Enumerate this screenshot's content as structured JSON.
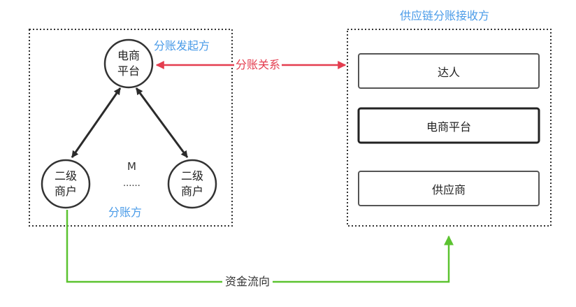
{
  "left_group": {
    "initiator_label": "分账发起方",
    "platform_node": {
      "line1": "电商",
      "line2": "平台"
    },
    "merchant_left": {
      "line1": "二级",
      "line2": "商户"
    },
    "merchant_right": {
      "line1": "二级",
      "line2": "商户"
    },
    "m_label": "M",
    "ellipsis": "......",
    "receiver_side_label": "分账方"
  },
  "right_group": {
    "title": "供应链分账接收方",
    "items": [
      {
        "label": "达人"
      },
      {
        "label": "电商平台"
      },
      {
        "label": "供应商"
      }
    ]
  },
  "relation_label": "分账关系",
  "fund_flow_label": "资金流向",
  "colors": {
    "relation": "#e43d4f",
    "fund_flow": "#5cc330",
    "label_blue": "#4a9be8",
    "stroke": "#333333"
  }
}
